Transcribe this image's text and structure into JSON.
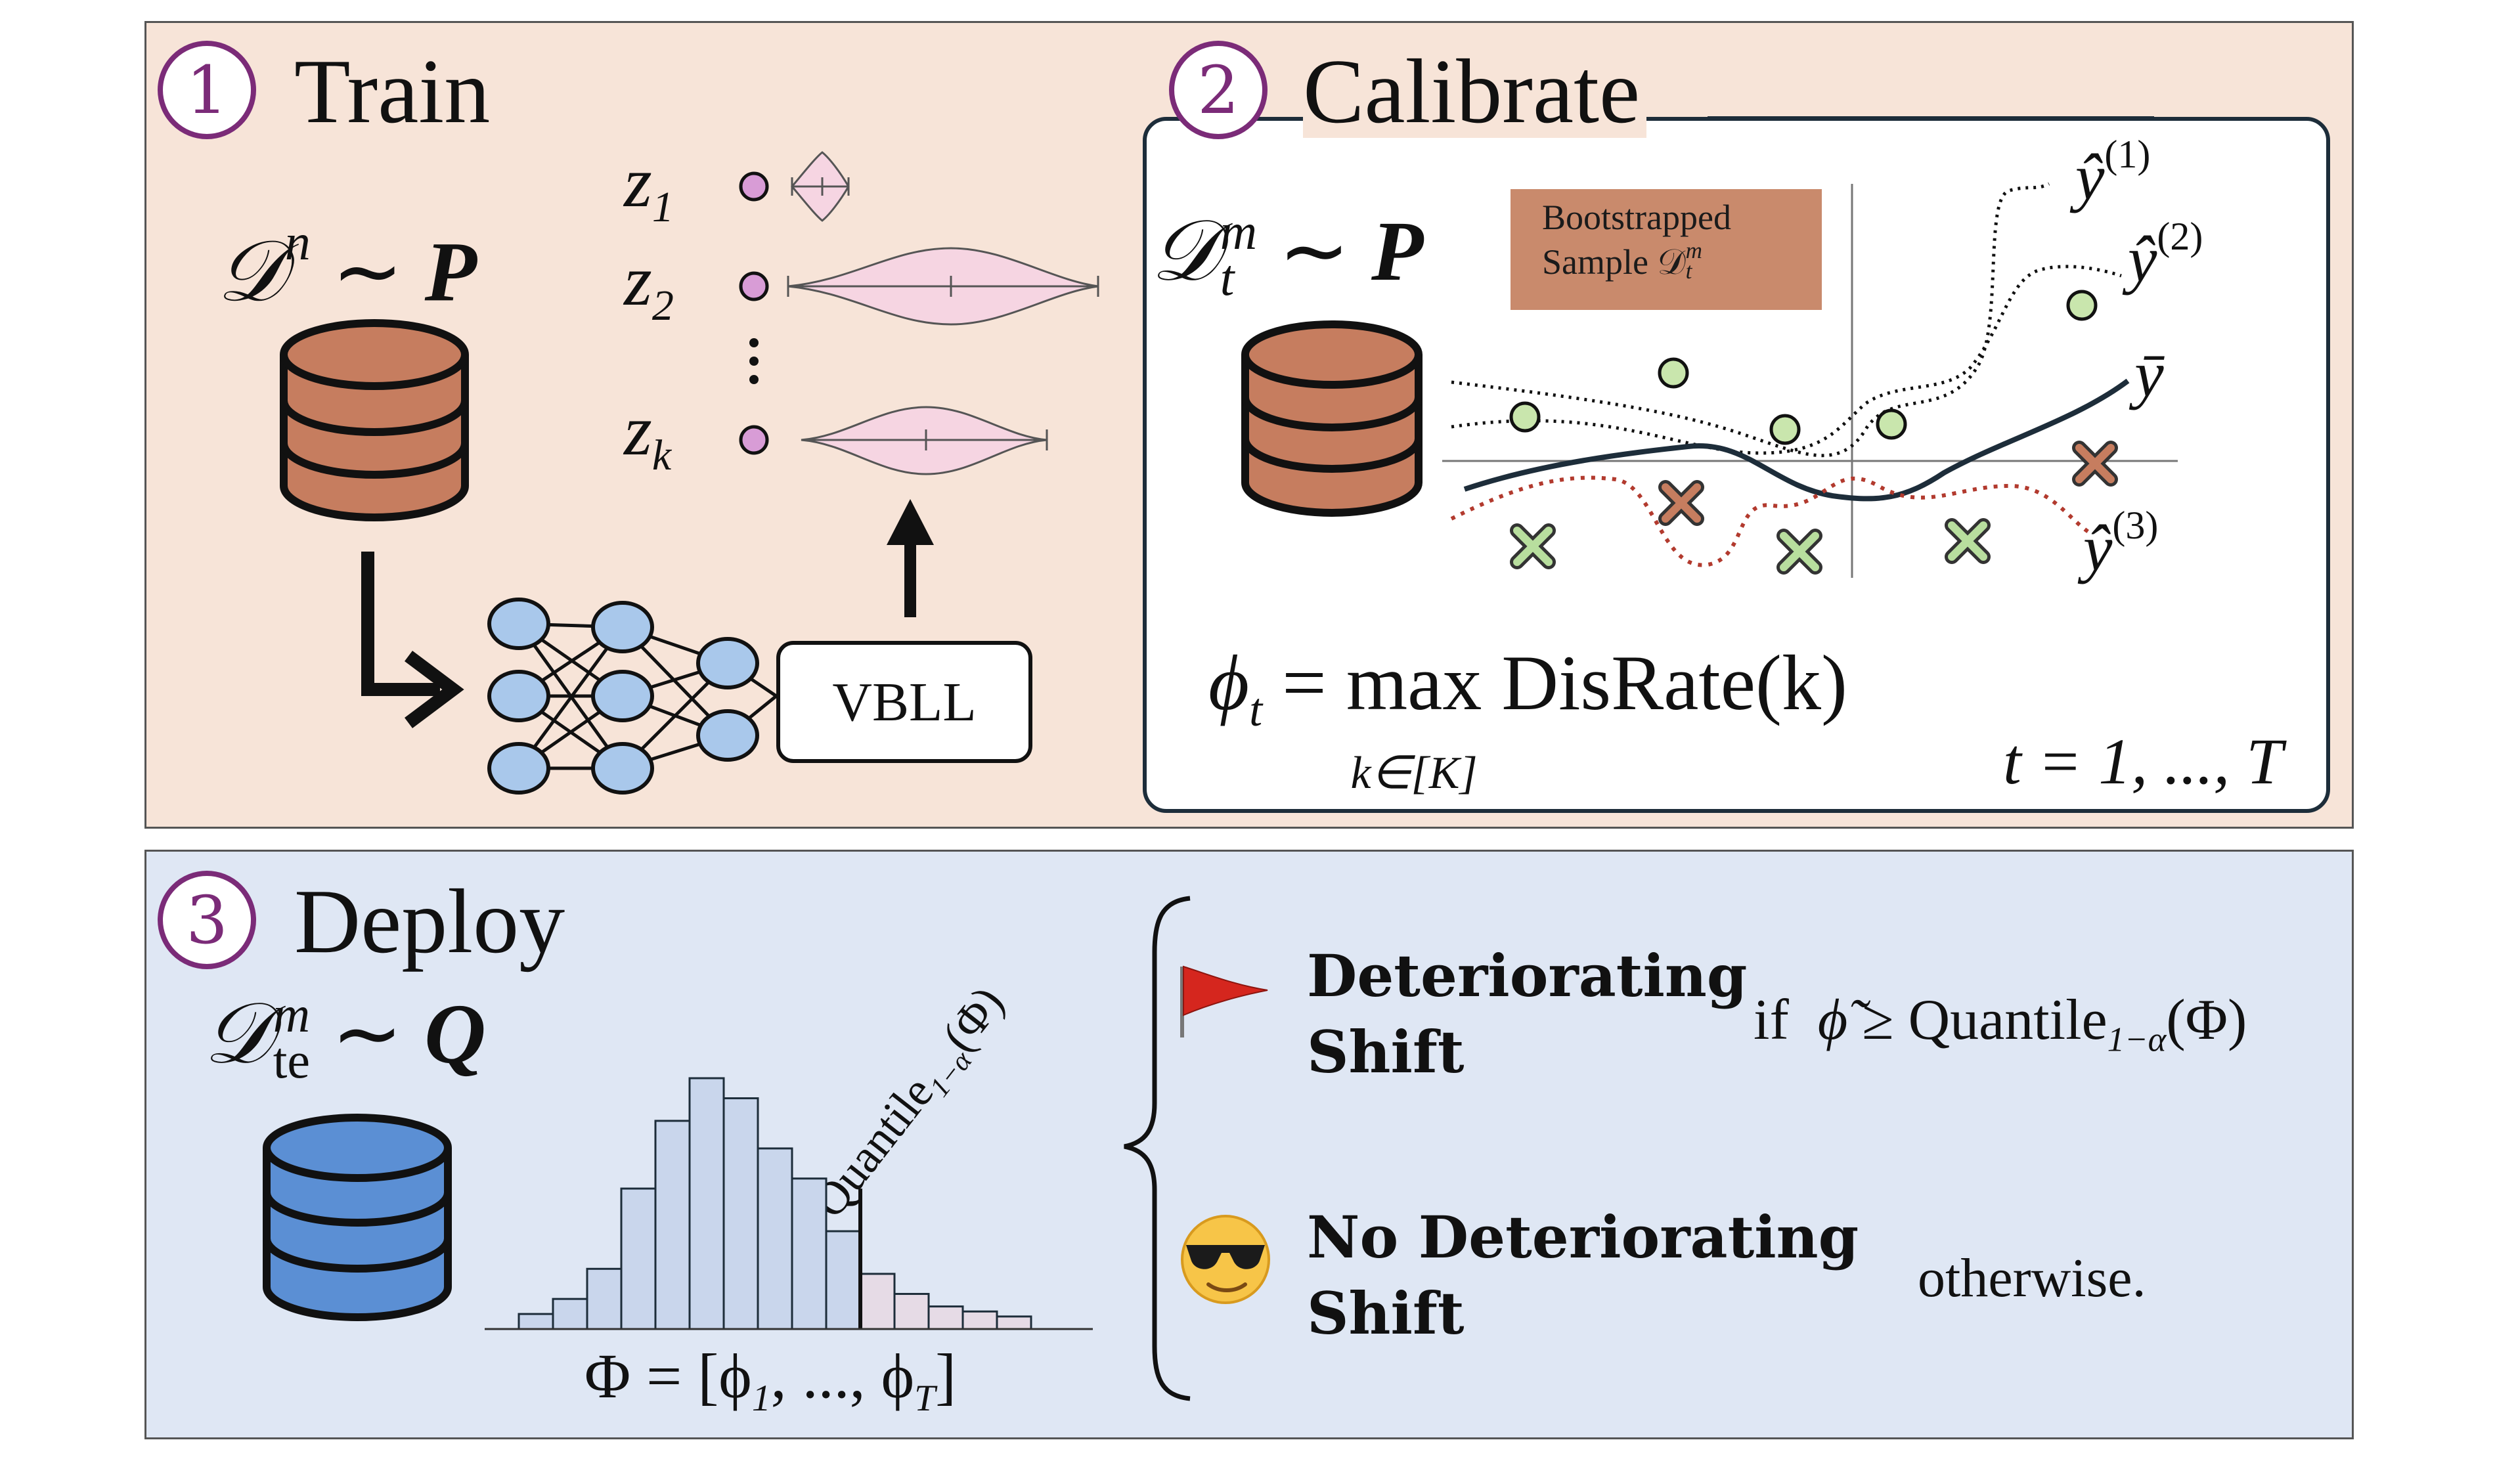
{
  "stages": {
    "train": {
      "num": "1",
      "title": "Train"
    },
    "calibrate": {
      "num": "2",
      "title": "Calibrate"
    },
    "deploy": {
      "num": "3",
      "title": "Deploy"
    }
  },
  "train": {
    "dataset": {
      "D": "𝒟",
      "sup": "n",
      "op": "∼",
      "dist": "P"
    },
    "latents": [
      {
        "sym": "z",
        "sub": "1"
      },
      {
        "sym": "z",
        "sub": "2"
      },
      {
        "sym": "z",
        "sub": "k"
      }
    ],
    "vbll_label": "VBLL"
  },
  "calibrate": {
    "dataset": {
      "D": "𝒟",
      "sup": "m",
      "sub": "t",
      "op": "∼",
      "dist": "P"
    },
    "bootstrap": {
      "line1": "Bootstrapped",
      "line2": "Sample 𝒟",
      "sup": "m",
      "sub": "t"
    },
    "curve_labels": [
      {
        "sym": "ŷ",
        "sup": "(1)"
      },
      {
        "sym": "ŷ",
        "sup": "(2)"
      },
      {
        "sym": "ȳ",
        "sup": ""
      },
      {
        "sym": "ŷ",
        "sup": "(3)"
      }
    ],
    "formula": {
      "lhs": "ϕ",
      "lhs_sub": "t",
      "eq": "=",
      "op": "max",
      "op_sub": "k∈[K]",
      "rhs": "DisRate(k)"
    },
    "index_range": "t = 1, ..., T"
  },
  "deploy": {
    "dataset": {
      "D": "𝒟",
      "sup": "m",
      "sub": "te",
      "op": "∼",
      "dist": "Q"
    },
    "histogram": {
      "quantile_label": "Quantile",
      "quantile_sub": "1−α",
      "quantile_arg": "(Φ)",
      "phi_label": "Φ = [ϕ",
      "phi_sub1": "1",
      "phi_mid": ", ..., ϕ",
      "phi_subT": "T",
      "phi_end": "]",
      "bar_heights": [
        0.06,
        0.12,
        0.24,
        0.56,
        0.83,
        1.0,
        0.92,
        0.72,
        0.6,
        0.39,
        0.22,
        0.14,
        0.09,
        0.07,
        0.05
      ],
      "threshold_index": 10,
      "color_below": "#c9d6ec",
      "color_above": "#e6dbe6"
    },
    "outcomes": [
      {
        "icon": "red-flag",
        "line1": "Deteriorating",
        "line2": "Shift",
        "condition": {
          "prefix": "if",
          "phi": "ϕ̃",
          "op": "≥",
          "q": "Quantile",
          "q_sub": "1−α",
          "q_arg": "(Φ)"
        }
      },
      {
        "icon": "sunglasses-emoji",
        "line1": "No Deteriorating",
        "line2": "Shift",
        "condition_text": "otherwise."
      }
    ]
  },
  "colors": {
    "train_bg": "#f7e4d8",
    "deploy_bg": "#dfe7f4",
    "db_train": "#c67d5f",
    "db_deploy": "#5b8fd4",
    "stage_accent": "#7b2b78",
    "nn_node": "#a9c8eb",
    "point_green": "#c9e6ad",
    "cross_green": "#b8de9e",
    "cross_brown": "#c67d5f"
  }
}
